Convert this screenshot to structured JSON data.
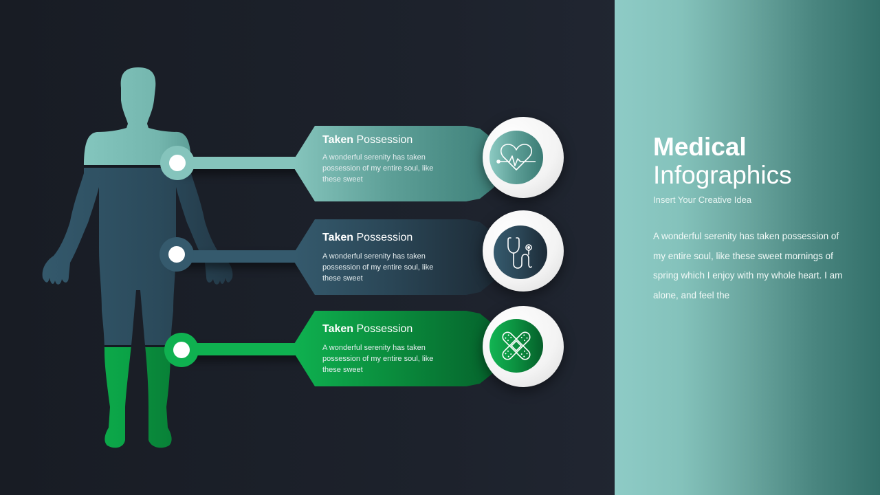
{
  "slide": {
    "title_bold": "Medical",
    "title_regular": "Infographics",
    "subtitle": "Insert Your Creative Idea",
    "body": "A wonderful serenity has taken possession of my entire soul, like these sweet mornings of spring which I enjoy with my whole heart. I am alone, and feel the"
  },
  "cards": [
    {
      "title_bold": "Taken",
      "title_regular": " Possession",
      "description": "A wonderful serenity has taken possession of my entire soul, like these sweet",
      "icon": "heart-pulse-icon",
      "color_start": "#85c4bc",
      "color_end": "#3b7d76"
    },
    {
      "title_bold": "Taken",
      "title_regular": " Possession",
      "description": "A wonderful serenity has taken possession of my entire soul, like these sweet",
      "icon": "stethoscope-icon",
      "color_start": "#355a6d",
      "color_end": "#1e2a36"
    },
    {
      "title_bold": "Taken",
      "title_regular": " Possession",
      "description": "A wonderful serenity has taken possession of my entire soul, like these sweet",
      "icon": "bandage-icon",
      "color_start": "#0fb150",
      "color_end": "#06602d"
    }
  ],
  "colors": {
    "background": "#1d222c",
    "teal": "#85c4bc",
    "slate": "#355a6d",
    "green": "#0fb150",
    "panel_start": "#8ecbc6",
    "panel_end": "#33706a"
  }
}
